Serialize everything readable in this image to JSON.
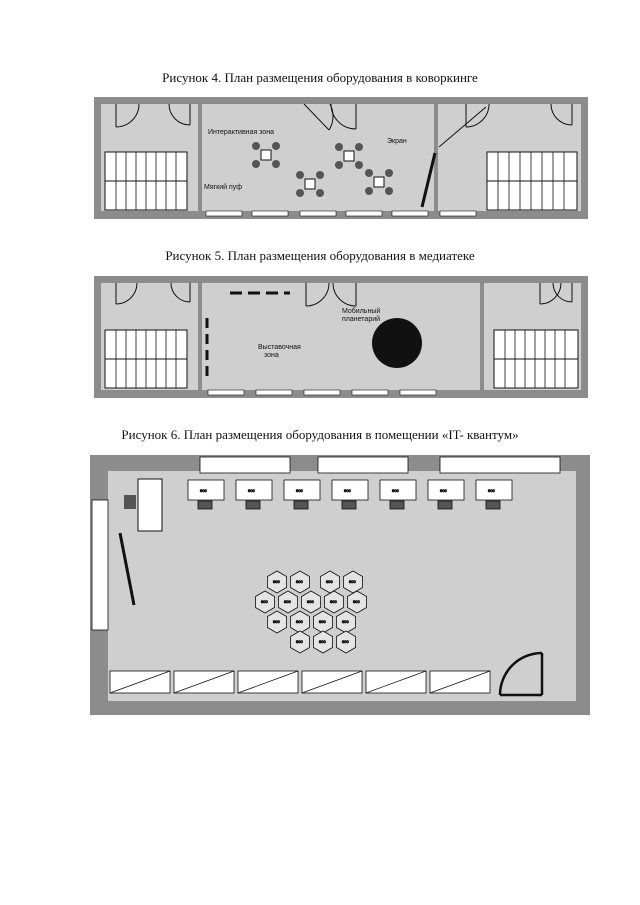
{
  "figures": [
    {
      "caption": "Рисунок 4. План размещения оборудования в коворкинге",
      "labels": {
        "interactive_zone": "Интерактивная зона",
        "soft_pouf": "Мягкий пуф",
        "screen": "Экран"
      }
    },
    {
      "caption": "Рисунок 5. План размещения оборудования в медиатеке",
      "labels": {
        "mobile_planetarium_1": "Мобильный",
        "mobile_planetarium_2": "планетарий",
        "exhibition_zone_1": "Выставочная",
        "exhibition_zone_2": "зона"
      }
    },
    {
      "caption": "Рисунок 6. План размещения оборудования в помещении «IT- квантум»",
      "labels": {
        "desk_size": "900",
        "hex_size": "800"
      }
    }
  ],
  "colors": {
    "wall": "#8c8c8c",
    "floor": "#cfcfcf",
    "ink": "#111111",
    "window": "#ffffff"
  }
}
